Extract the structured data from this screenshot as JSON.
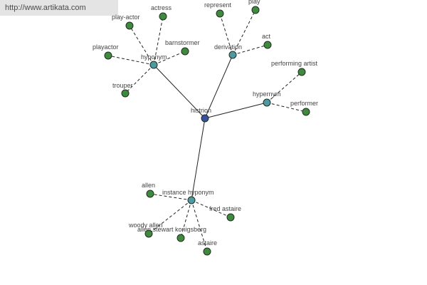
{
  "banner": {
    "url": "http://www.artikata.com"
  },
  "colors": {
    "root_node": "#3a4fa0",
    "relation_node": "#4f9aa0",
    "leaf_node": "#3f8a3f"
  },
  "graph": {
    "root": {
      "id": "histrion",
      "label": "histrion"
    },
    "relations": [
      {
        "id": "hyponym",
        "label": "hyponym"
      },
      {
        "id": "derivation",
        "label": "derivation"
      },
      {
        "id": "hypernym",
        "label": "hypernym"
      },
      {
        "id": "instance-hyponym",
        "label": "instance hyponym"
      }
    ],
    "leaves": [
      {
        "id": "play-actor",
        "parent": "hyponym",
        "label": "play-actor"
      },
      {
        "id": "actress",
        "parent": "hyponym",
        "label": "actress"
      },
      {
        "id": "playactor",
        "parent": "hyponym",
        "label": "playactor"
      },
      {
        "id": "barnstormer",
        "parent": "hyponym",
        "label": "barnstormer"
      },
      {
        "id": "trouper",
        "parent": "hyponym",
        "label": "trouper"
      },
      {
        "id": "represent",
        "parent": "derivation",
        "label": "represent"
      },
      {
        "id": "play",
        "parent": "derivation",
        "label": "play"
      },
      {
        "id": "act",
        "parent": "derivation",
        "label": "act"
      },
      {
        "id": "performing-artist",
        "parent": "hypernym",
        "label": "performing artist"
      },
      {
        "id": "performer",
        "parent": "hypernym",
        "label": "performer"
      },
      {
        "id": "allen",
        "parent": "instance-hyponym",
        "label": "allen"
      },
      {
        "id": "fred-astaire",
        "parent": "instance-hyponym",
        "label": "fred astaire"
      },
      {
        "id": "woody-allen",
        "parent": "instance-hyponym",
        "label": "woody allen"
      },
      {
        "id": "allen-stewart-konigsberg",
        "parent": "instance-hyponym",
        "label": "allen stewart konigsberg"
      },
      {
        "id": "astaire",
        "parent": "instance-hyponym",
        "label": "astaire"
      }
    ]
  }
}
